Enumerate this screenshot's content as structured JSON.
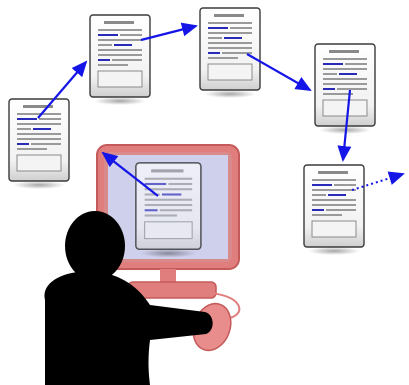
{
  "colors": {
    "background": "#ffffff",
    "arrow": "#1515e8",
    "doc_border": "#3a3a3a",
    "doc_fill_top": "#ffffff",
    "doc_fill_bottom": "#d8d8d8",
    "doc_line_gray": "#9a9a9a",
    "doc_line_blue": "#2a2ab8",
    "monitor_frame": "#e28b8b",
    "monitor_frame_dark": "#b94a4a",
    "monitor_screen": "#cfd0ec",
    "mouse": "#e88c8c",
    "person": "#000000"
  },
  "icons": {
    "document": "document-page-icon",
    "monitor": "monitor-icon",
    "person": "user-silhouette-icon",
    "mouse": "mouse-icon",
    "arrow": "arrow-icon"
  },
  "diagram": {
    "documents": [
      "doc-1",
      "doc-2",
      "doc-3",
      "doc-4",
      "doc-5",
      "doc-on-screen"
    ],
    "links": [
      {
        "from": "doc-on-screen",
        "to": "doc-1",
        "style": "solid"
      },
      {
        "from": "doc-1",
        "to": "doc-2",
        "style": "solid"
      },
      {
        "from": "doc-2",
        "to": "doc-3",
        "style": "solid"
      },
      {
        "from": "doc-3",
        "to": "doc-4",
        "style": "solid"
      },
      {
        "from": "doc-4",
        "to": "doc-5",
        "style": "solid"
      },
      {
        "from": "doc-5",
        "to": "off-page",
        "style": "dotted"
      }
    ]
  }
}
